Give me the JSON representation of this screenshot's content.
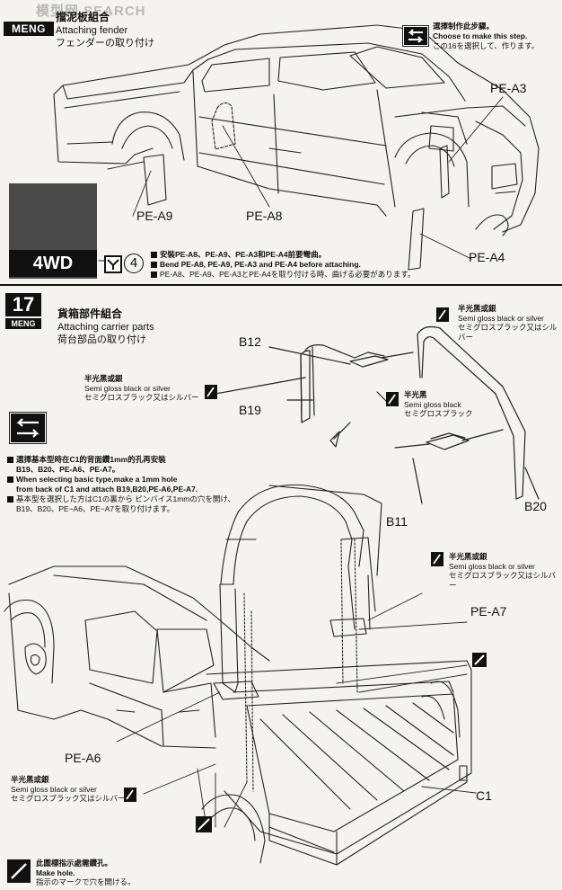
{
  "header": {
    "watermark": "模型网 SEARCH",
    "brand": "MENG",
    "step16_title_cn": "擋泥板組合",
    "step16_title_en": "Attaching fender",
    "step16_title_jp": "フェンダーの取り付け"
  },
  "choose_note": {
    "cn": "選擇制作此步驟。",
    "en": "Choose to make this step.",
    "jp": "この16を選択して、作ります。"
  },
  "step16": {
    "labels": [
      "PE-A3",
      "PE-A9",
      "PE-A8",
      "PE-A4"
    ],
    "badge": "4WD",
    "option_number": "4",
    "notes": [
      "安裝PE-A8、PE-A9、PE-A3和PE-A4前要彎曲。",
      "Bend PE-A8, PE-A9, PE-A3 and PE-A4 before attaching.",
      "PE-A8、PE-A9、PE-A3とPE-A4を取り付ける時、曲げる必要があります。"
    ]
  },
  "step17": {
    "number": "17",
    "brand": "MENG",
    "title_cn": "貨箱部件組合",
    "title_en": "Attaching carrier parts",
    "title_jp": "荷台部品の取り付け",
    "labels": [
      "B12",
      "B19",
      "B11",
      "B20",
      "PE-A7",
      "PE-A6",
      "C1"
    ],
    "notes": [
      "選擇基本型時在C1的背面鑽1mm的孔再安裝",
      "B19、B20、PE-A6、PE-A7。",
      "When selecting basic type,make a 1mm hole",
      "from back of C1 and attach B19,B20,PE-A6,PE-A7.",
      "基本型を選択した方はC1の裏から ピンバイス1mmの穴を開け、",
      "B19、B20、PE−A6、PE−A7を取り付けます。"
    ],
    "paint_silver": {
      "cn": "半光黑或銀",
      "en": "Semi gloss black or silver",
      "jp": "セミグロスブラック又はシルバー"
    },
    "paint_black": {
      "cn": "半光黑",
      "en": "Semi gloss black",
      "jp": "セミグロスブラック"
    },
    "hole_note": {
      "cn": "此圖標指示處需鑽孔。",
      "en": "Make hole.",
      "jp": "指示のマークで穴を開ける。"
    }
  }
}
